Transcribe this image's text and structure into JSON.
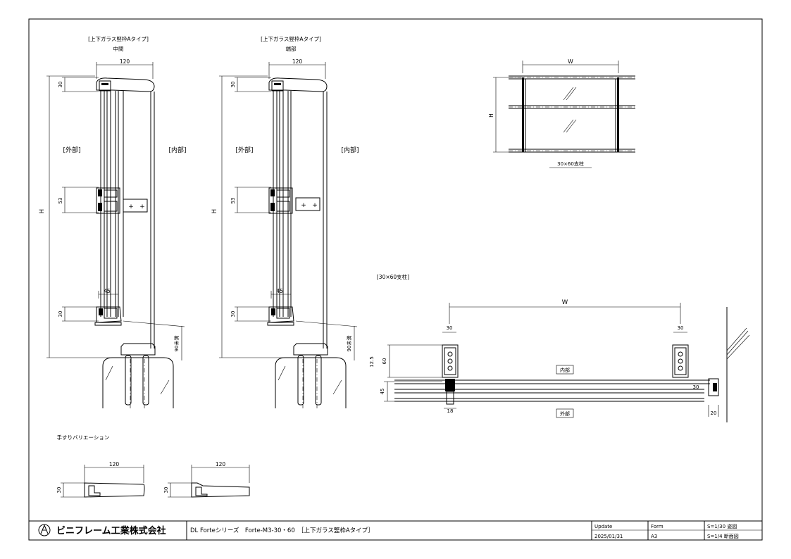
{
  "views": {
    "middle": {
      "title": "[上下ガラス竪枠Aタイプ]",
      "subtitle": "中間",
      "dim_top": "120",
      "dim_rail_top": "30",
      "dim_mid": "53",
      "dim_bot": "30",
      "dim_45": "45",
      "dim_h": "H",
      "label_out": "[外部]",
      "label_in": "[内部]",
      "dim_90": "90未満"
    },
    "end": {
      "title": "[上下ガラス竪枠Aタイプ]",
      "subtitle": "端部",
      "dim_top": "120",
      "dim_rail_top": "30",
      "dim_mid": "53",
      "dim_bot": "30",
      "dim_45": "45",
      "dim_h": "H",
      "label_out": "[外部]",
      "label_in": "[内部]",
      "dim_90": "90未満"
    },
    "elevation": {
      "dim_w": "W",
      "dim_h": "H",
      "caption": "30×60支柱"
    },
    "plan": {
      "title": "[30×60支柱]",
      "dim_w": "W",
      "dim_30_left": "30",
      "dim_30_right": "30",
      "dim_12_5": "12.5",
      "dim_60": "60",
      "dim_45": "45",
      "dim_18": "18",
      "dim_30_side": "30",
      "dim_20": "20",
      "label_in": "内部",
      "label_out": "外部"
    },
    "handrail": {
      "title": "手すりバリエーション",
      "a_dim_w": "120",
      "a_dim_h": "30",
      "b_dim_w": "120",
      "b_dim_h": "30"
    }
  },
  "title_block": {
    "company": "ビニフレーム工業株式会社",
    "drawing_title": "DL Forteシリーズ　Forte-M3-30・60　［上下ガラス竪枠Aタイプ］",
    "update_label": "Update",
    "update_value": "2025/01/31",
    "form_label": "Form",
    "form_value": "A3",
    "scale_1": "S=1/30 姿図",
    "scale_2": "S=1/4  断面図"
  }
}
